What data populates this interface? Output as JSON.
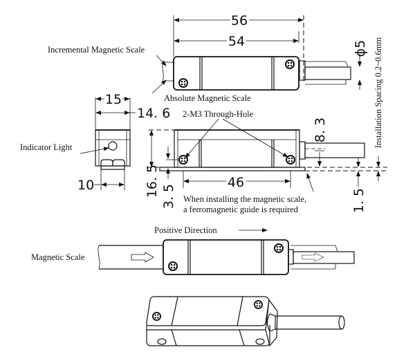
{
  "labels": {
    "incremental_scale": "Incremental Magnetic Scale",
    "absolute_scale": "Absolute Magnetic Scale",
    "through_hole": "2-M3 Through-Hole",
    "indicator_light": "Indicator Light",
    "installation_note_line1": "When installing the magnetic scale,",
    "installation_note_line2": "a ferromagnetic guide is required",
    "installation_spacing": "Installation Spacing 0.2~0.6mm",
    "positive_direction": "Positive Direction",
    "magnetic_scale": "Magnetic Scale"
  },
  "dimensions": {
    "length_total": "56",
    "length_body": "54",
    "cable_diameter": "ϕ5",
    "width_total": "15",
    "width_body": "14. 6",
    "base_width": "10",
    "height_total": "16. 5",
    "hole_height": "3. 5",
    "hole_spacing": "46",
    "cable_height": "8. 3",
    "scale_thickness": "1. 5"
  },
  "colors": {
    "line": "#111111",
    "background": "#ffffff"
  }
}
